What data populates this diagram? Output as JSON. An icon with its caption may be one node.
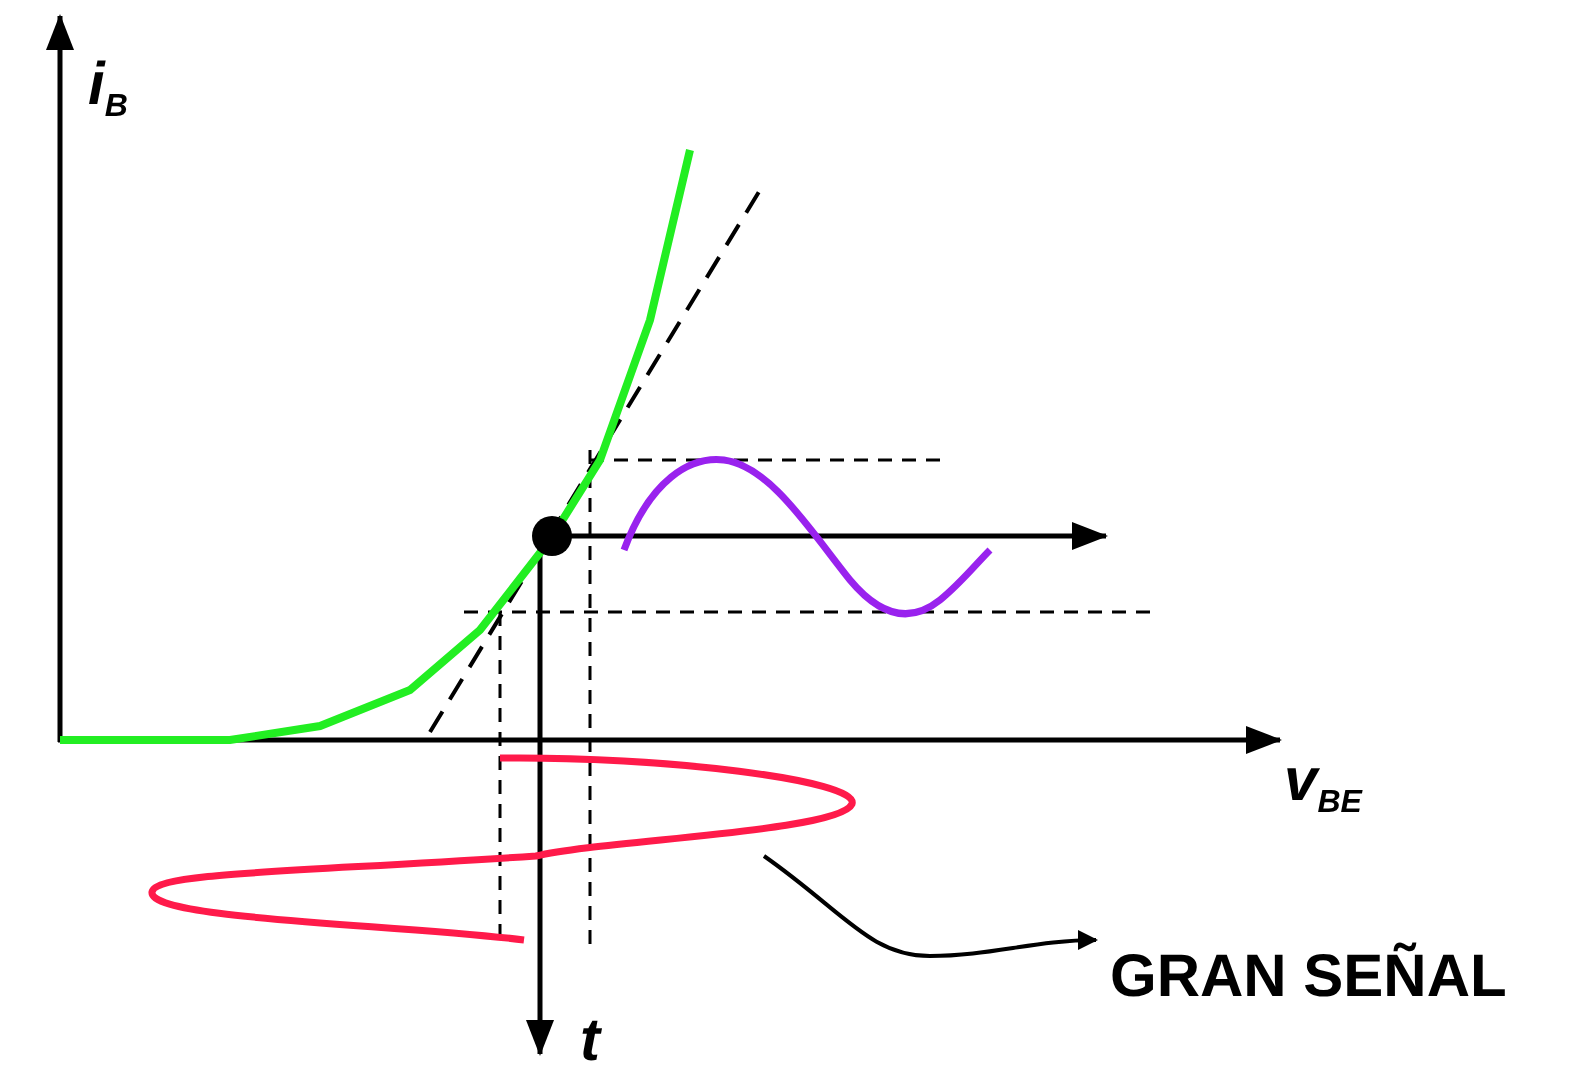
{
  "diagram": {
    "nodes": [
      {
        "text": [
          "GRAN SEÑAL"
        ]
      },
      {
        "text": [],
        "shape": "curve"
      }
    ],
    "edges": [
      {
        "from": 1,
        "to": 0,
        "arrow": "to"
      }
    ],
    "labels": [
      "i$_{B}$",
      "v$_{BE}$",
      "t"
    ]
  }
}
